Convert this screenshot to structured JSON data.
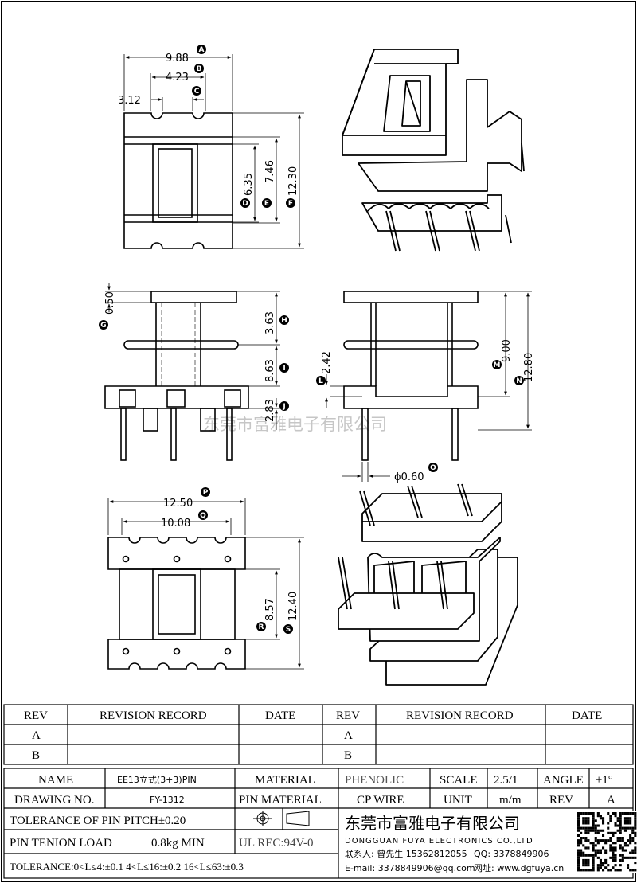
{
  "dims": {
    "top": [
      "9.88",
      "4.23",
      "3.12",
      "6.35",
      "7.46",
      "12.30"
    ],
    "side": [
      "0.50",
      "3.63",
      "8.63",
      "2.83",
      "2.42",
      "9.00",
      "12.80",
      "ϕ0.60"
    ],
    "bottom": [
      "12.50",
      "10.08",
      "8.57",
      "12.40"
    ]
  },
  "tags": [
    "A",
    "B",
    "C",
    "D",
    "E",
    "F",
    "G",
    "H",
    "I",
    "J",
    "L",
    "M",
    "N",
    "O",
    "P",
    "Q",
    "R",
    "S"
  ],
  "watermark": "东莞市富雅电子有限公司",
  "revision": {
    "rev_header": "REV",
    "record_header": "REVISION RECORD",
    "date_header": "DATE",
    "rows": [
      "A",
      "B"
    ]
  },
  "title_block": {
    "name_label": "NAME",
    "name_value": "EE13立式(3+3)PIN",
    "material_label": "MATERIAL",
    "material_value": "PHENOLIC",
    "scale_label": "SCALE",
    "scale_value": "2.5/1",
    "angle_label": "ANGLE",
    "angle_value": "±1°",
    "drawing_no_label": "DRAWING NO.",
    "drawing_no_value": "FY-1312",
    "pin_material_label": "PIN MATERIAL",
    "pin_material_value": "CP WIRE",
    "unit_label": "UNIT",
    "unit_value": "m/m",
    "rev_label": "REV",
    "rev_value": "A",
    "pitch_tolerance": "TOLERANCE OF PIN PITCH±0.20",
    "tension_label": "PIN TENION LOAD",
    "tension_value": "0.8kg MIN",
    "ul_rec": "UL REC:94V-0",
    "tolerance": "TOLERANCE:0<L≤4:±0.1  4<L≤16:±0.2  16<L≤63:±0.3"
  },
  "company": {
    "name_cn": "东莞市富雅电子有限公司",
    "name_en": "DONGGUAN FUYA ELECTRONICS CO.,LTD",
    "contact": "联系人: 曾先生 15362812055",
    "qq": "QQ: 3378849906",
    "email": "E-mail: 3378849906@qq.com",
    "website": "网址: www.dgfuya.cn"
  },
  "colors": {
    "line": "#000000",
    "paper": "#ffffff"
  }
}
